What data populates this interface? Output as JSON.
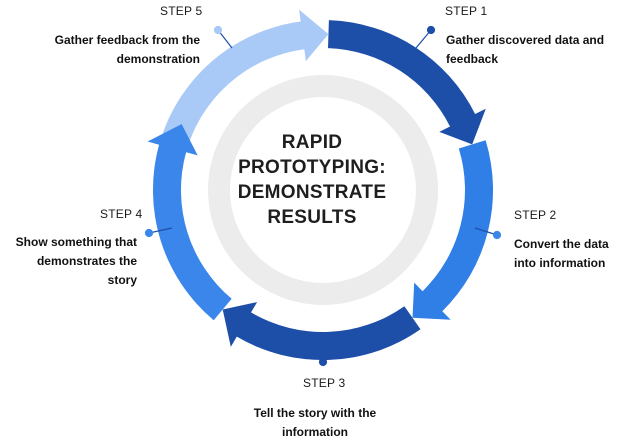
{
  "center": {
    "lines": [
      "RAPID",
      "PROTOTYPING:",
      "DEMONSTRATE",
      "RESULTS"
    ]
  },
  "steps": [
    {
      "label": "STEP 1",
      "text": "Gather discovered data and feedback"
    },
    {
      "label": "STEP 2",
      "text": "Convert the data into information"
    },
    {
      "label": "STEP 3",
      "text": "Tell the story with the information"
    },
    {
      "label": "STEP 4",
      "text": "Show something that demonstrates the story"
    },
    {
      "label": "STEP 5",
      "text": "Gather feedback from the demonstration"
    }
  ],
  "colors": {
    "step1_arrow": "#1e4fa8",
    "step2_arrow": "#2f7fe6",
    "step3_arrow": "#1e4fa8",
    "step4_arrow": "#3a86ea",
    "step5_arrow": "#a9c9f7",
    "inner_ring": "#ececec",
    "center_fill": "#ffffff",
    "text": "#1a1a1a"
  }
}
